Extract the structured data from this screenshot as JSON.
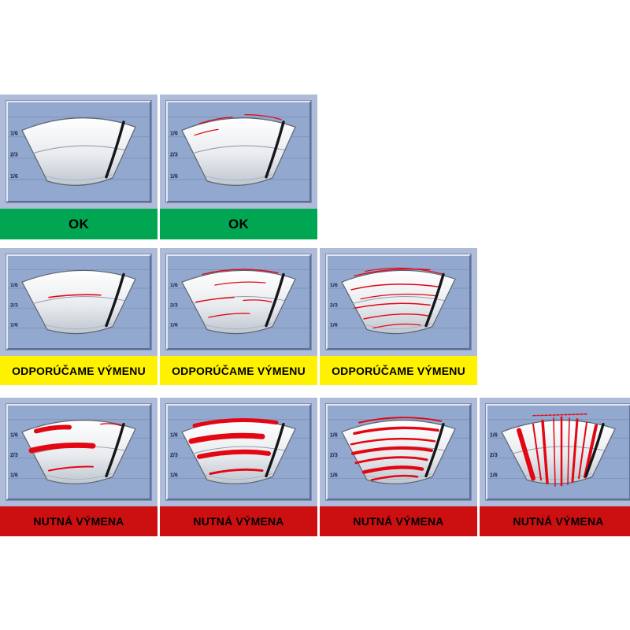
{
  "labels": {
    "ok": "OK",
    "recommend": "ODPORÚČAME VÝMENU",
    "replace": "NUTNÁ VÝMENA"
  },
  "fractions": [
    "1/6",
    "2/3",
    "1/6"
  ],
  "colors": {
    "ok": "#00a651",
    "recommend": "#fff200",
    "replace": "#cc1012",
    "streak": "#e30613",
    "cell_bg": "#aebcda",
    "panel_bg": "#93a8ce"
  },
  "grid": {
    "rows": [
      {
        "status": "ok",
        "cells": [
          "clean",
          "streaks-top"
        ]
      },
      {
        "status": "recommend",
        "cells": [
          "streak-single",
          "streaks-few",
          "streaks-many"
        ]
      },
      {
        "status": "replace",
        "cells": [
          "smears-light",
          "smears-heavy",
          "streaks-dense",
          "streaks-vertical"
        ]
      }
    ]
  }
}
